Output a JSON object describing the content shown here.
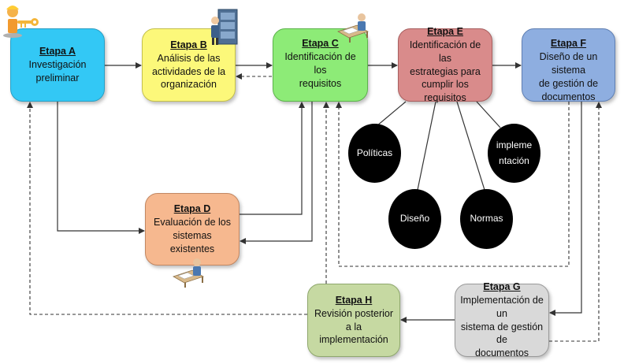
{
  "diagram": {
    "stages": {
      "a": {
        "title": "Etapa A",
        "desc": "Investigación\npreliminar"
      },
      "b": {
        "title": "Etapa B",
        "desc": "Análisis de las\nactividades de la\norganización"
      },
      "c": {
        "title": "Etapa C",
        "desc": "Identificación de los\nrequisitos"
      },
      "d": {
        "title": "Etapa D",
        "desc": "Evaluación de los\nsistemas existentes"
      },
      "e": {
        "title": "Etapa E",
        "desc": "Identificación de las\nestrategias para\ncumplir los requisitos"
      },
      "f": {
        "title": "Etapa F",
        "desc": "Diseño de un sistema\nde gestión de\ndocumentos"
      },
      "g": {
        "title": "Etapa G",
        "desc": "Implementación de un\nsistema de gestión de\ndocumentos"
      },
      "h": {
        "title": "Etapa H",
        "desc": "Revisión posterior a la\nimplementación"
      }
    },
    "strategies": {
      "politicas": "Políticas",
      "diseno": "Diseño",
      "normas": "Normas",
      "implementacion": "impleme\nntación"
    },
    "colors": {
      "stage_a": "#33c8f5",
      "stage_b": "#fcf87a",
      "stage_c": "#8deb77",
      "stage_d": "#f6b88f",
      "stage_e": "#d98b8b",
      "stage_f": "#8eaee0",
      "stage_g": "#d9d9d9",
      "stage_h": "#c6d9a2",
      "strategy_circle": "#000000",
      "connector": "#333333"
    },
    "icons": [
      "worker-with-key-icon",
      "filing-cabinet-icon",
      "person-at-desk-icon",
      "person-at-desk-icon"
    ]
  }
}
